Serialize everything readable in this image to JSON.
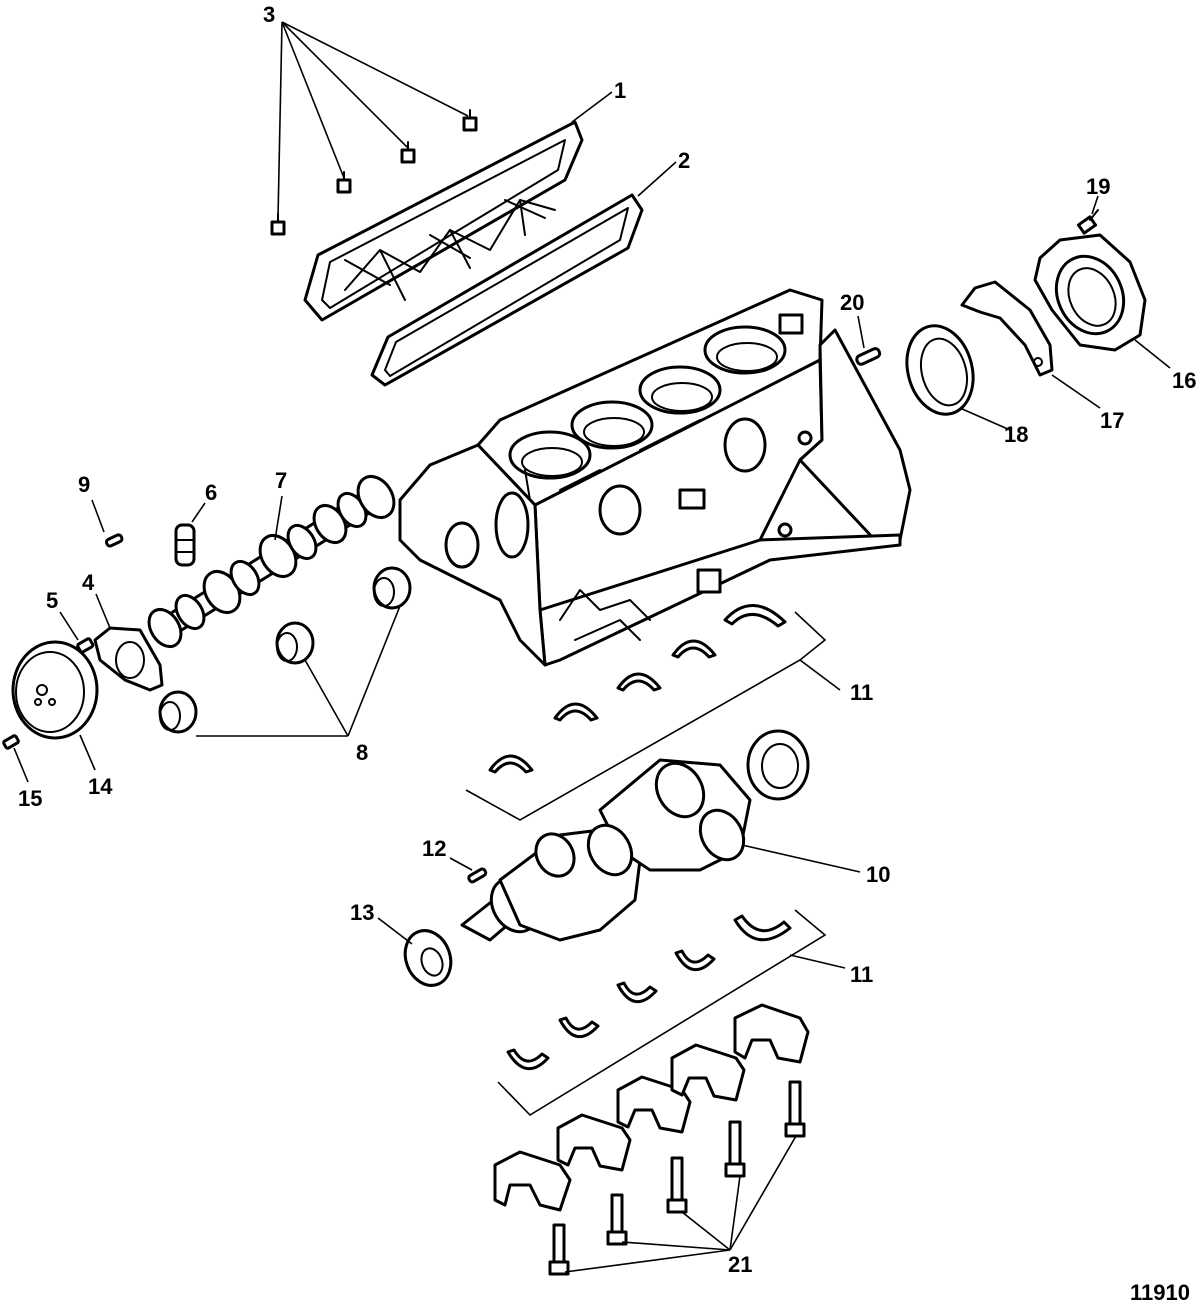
{
  "figure_number": "11910",
  "callouts": [
    "1",
    "2",
    "3",
    "4",
    "5",
    "6",
    "7",
    "8",
    "9",
    "10",
    "11",
    "12",
    "13",
    "14",
    "15",
    "16",
    "17",
    "18",
    "19",
    "20",
    "21"
  ]
}
